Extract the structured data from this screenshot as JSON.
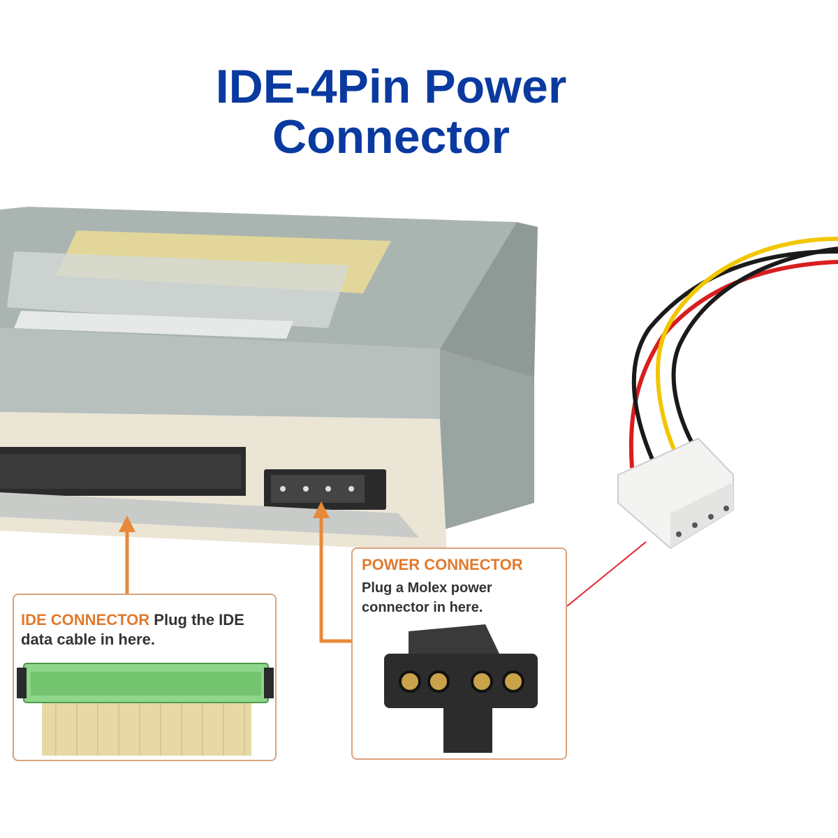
{
  "title": {
    "line1": "IDE-4Pin Power",
    "line2": "Connector"
  },
  "ide_callout": {
    "heading": "IDE CONNECTOR",
    "text": "Plug the IDE data cable in here."
  },
  "power_callout": {
    "heading": "POWER CONNECTOR",
    "text": "Plug a Molex power connector in here."
  },
  "colors": {
    "title": "#0a3aa0",
    "callout_heading": "#e07a2e",
    "arrow": "#e8893a",
    "pointer_line": "#e0222e",
    "wire_yellow": "#f2c600",
    "wire_black": "#1a1a1a",
    "wire_red": "#d81e1e"
  }
}
